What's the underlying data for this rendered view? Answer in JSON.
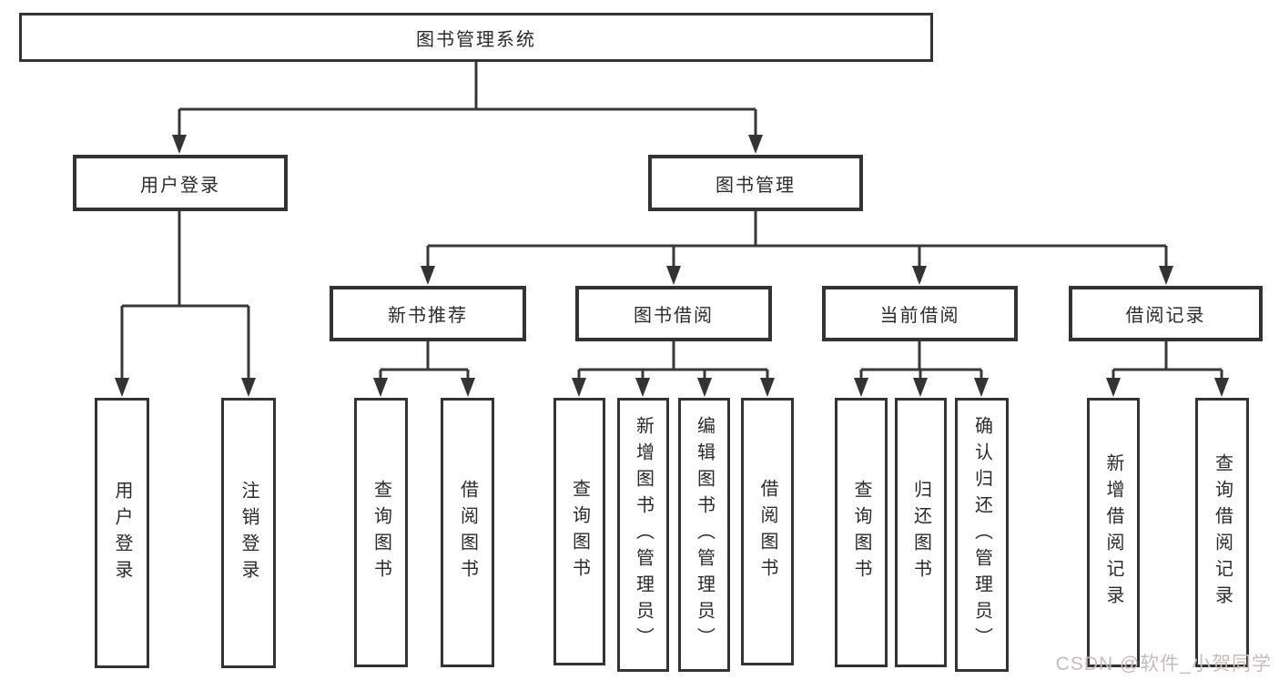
{
  "diagram_title": "图书管理系统",
  "tree": {
    "label": "图书管理系统",
    "children": [
      {
        "label": "用户登录",
        "children": [
          {
            "label": "用户登录"
          },
          {
            "label": "注销登录"
          }
        ]
      },
      {
        "label": "图书管理",
        "children": [
          {
            "label": "新书推荐",
            "children": [
              {
                "label": "查询图书"
              },
              {
                "label": "借阅图书"
              }
            ]
          },
          {
            "label": "图书借阅",
            "children": [
              {
                "label": "查询图书"
              },
              {
                "label": "新增图书（管理员）"
              },
              {
                "label": "编辑图书（管理员）"
              },
              {
                "label": "借阅图书"
              }
            ]
          },
          {
            "label": "当前借阅",
            "children": [
              {
                "label": "查询图书"
              },
              {
                "label": "归还图书"
              },
              {
                "label": "确认归还（管理员）"
              }
            ]
          },
          {
            "label": "借阅记录",
            "children": [
              {
                "label": "新增借阅记录"
              },
              {
                "label": "查询借阅记录"
              }
            ]
          }
        ]
      }
    ]
  },
  "watermark": "CSDN @软件_小贺同学",
  "colors": {
    "line": "#383838",
    "box_border": "#333333",
    "text": "#2b2b2b",
    "watermark": "#c7bcbc",
    "background": "#ffffff"
  }
}
